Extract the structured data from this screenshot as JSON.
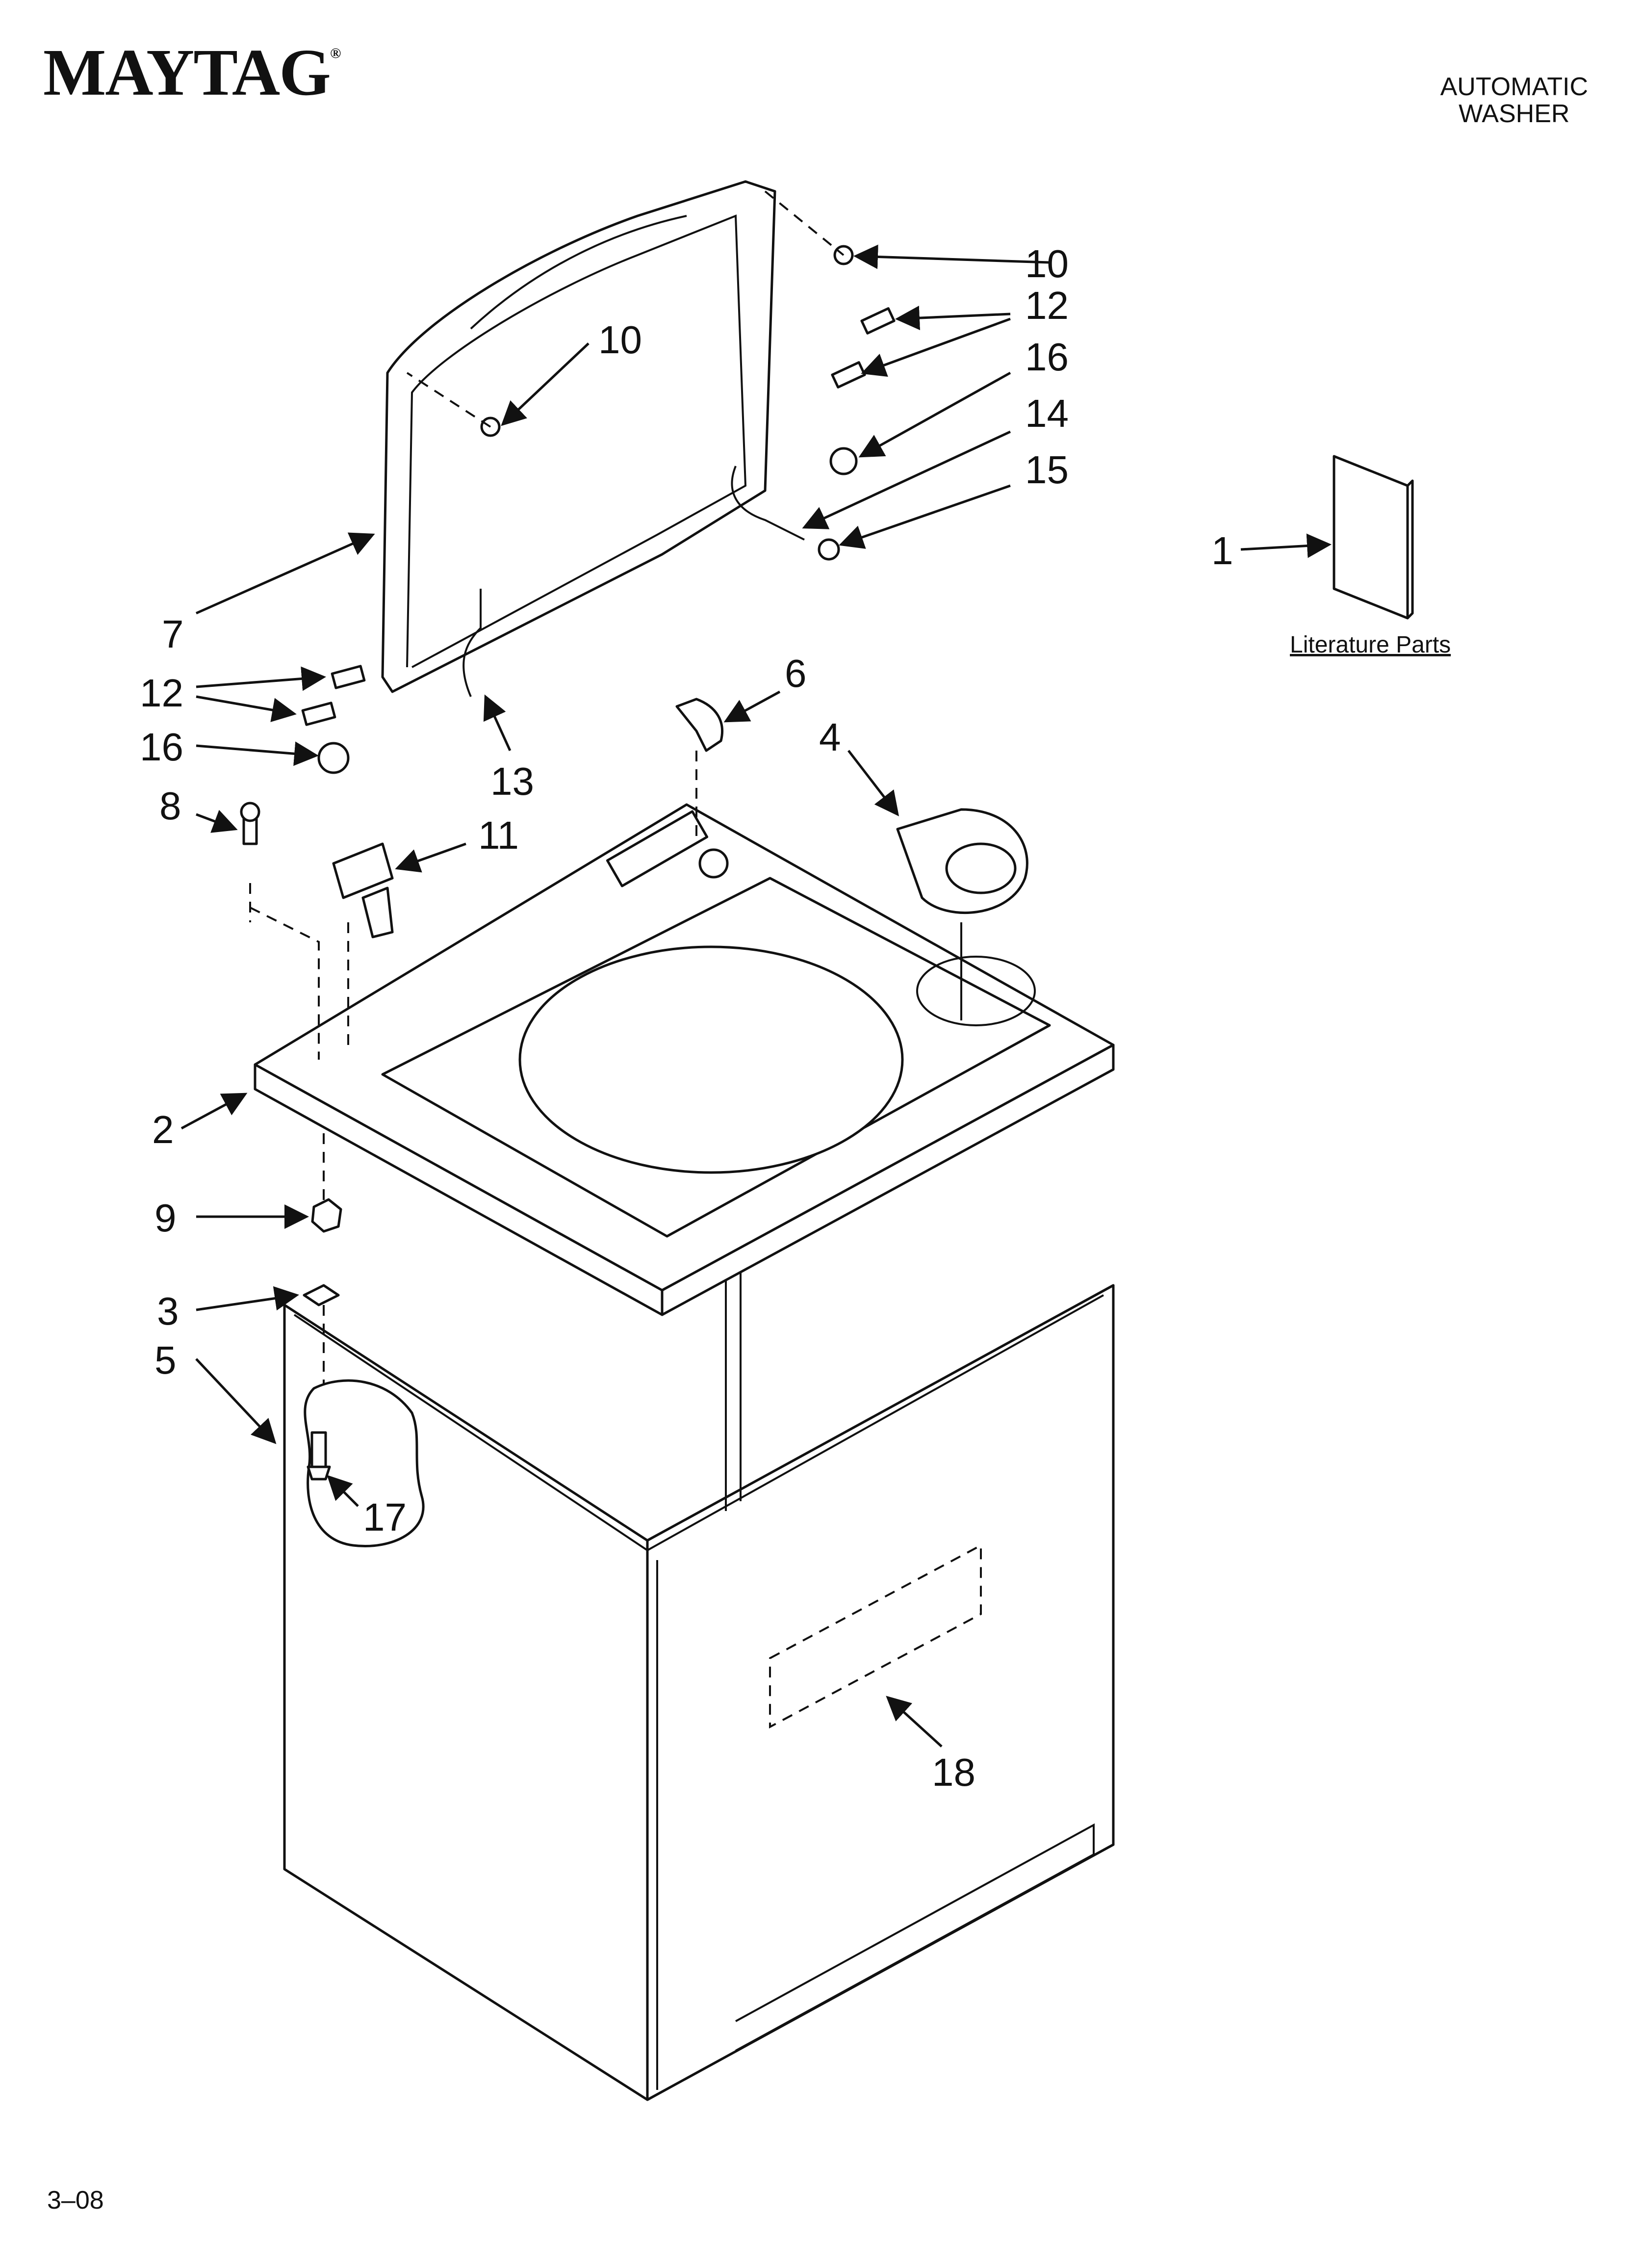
{
  "header": {
    "brand": "MAYTAG",
    "brand_mark": "®",
    "doc_type_line1": "AUTOMATIC",
    "doc_type_line2": "WASHER"
  },
  "literature": {
    "label": "Literature Parts"
  },
  "footer": {
    "code": "3–08"
  },
  "callouts": [
    {
      "id": "c10a",
      "text": "10"
    },
    {
      "id": "c12a",
      "text": "12"
    },
    {
      "id": "c16a",
      "text": "16"
    },
    {
      "id": "c14",
      "text": "14"
    },
    {
      "id": "c15",
      "text": "15"
    },
    {
      "id": "c10b",
      "text": "10"
    },
    {
      "id": "c1",
      "text": "1"
    },
    {
      "id": "c7",
      "text": "7"
    },
    {
      "id": "c12b",
      "text": "12"
    },
    {
      "id": "c16b",
      "text": "16"
    },
    {
      "id": "c13",
      "text": "13"
    },
    {
      "id": "c6",
      "text": "6"
    },
    {
      "id": "c4",
      "text": "4"
    },
    {
      "id": "c8",
      "text": "8"
    },
    {
      "id": "c11",
      "text": "11"
    },
    {
      "id": "c2",
      "text": "2"
    },
    {
      "id": "c9",
      "text": "9"
    },
    {
      "id": "c3",
      "text": "3"
    },
    {
      "id": "c5",
      "text": "5"
    },
    {
      "id": "c17",
      "text": "17"
    },
    {
      "id": "c18",
      "text": "18"
    }
  ]
}
